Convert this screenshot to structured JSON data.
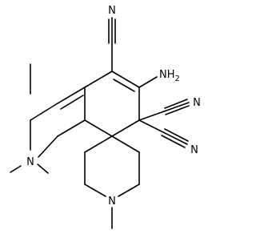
{
  "molecule": {
    "atoms": {
      "n_ring": "N",
      "n_piperidine": "N",
      "amine_n": "N",
      "amine_h": "H",
      "amine_sub": "2",
      "nitrile_top": "N",
      "nitrile_right_upper": "N",
      "nitrile_right_lower": "N"
    }
  }
}
